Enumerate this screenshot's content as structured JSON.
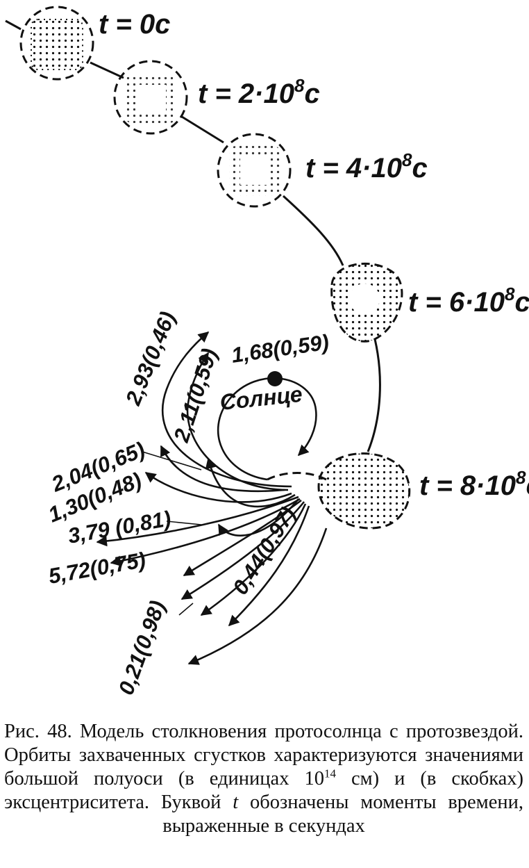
{
  "times": [
    {
      "prefix": "t = ",
      "value": "0",
      "unit": "c"
    },
    {
      "prefix": "t = ",
      "value": "2·10",
      "sup": "8",
      "unit": "c"
    },
    {
      "prefix": "t = ",
      "value": "4·10",
      "sup": "8",
      "unit": "c"
    },
    {
      "prefix": "t = ",
      "value": "6·10",
      "sup": "8",
      "unit": "c"
    },
    {
      "prefix": "t = ",
      "value": "8·10",
      "sup": "8",
      "unit": "c"
    }
  ],
  "sun_label": "Солнце",
  "orbits": [
    {
      "a": "2,93",
      "e": "0,46"
    },
    {
      "a": "2,11",
      "e": "0,59"
    },
    {
      "a": "1,68",
      "e": "0,59"
    },
    {
      "a": "2,04",
      "e": "0,65"
    },
    {
      "a": "1,30",
      "e": "0,48"
    },
    {
      "a": "3,79",
      "e": "0,81"
    },
    {
      "a": "5,72",
      "e": "0,75"
    },
    {
      "a": "0,44",
      "e": "0,97"
    },
    {
      "a": "0,21",
      "e": "0,98"
    }
  ],
  "caption": {
    "part1": "Рис. 48. Модель столкновения протосолнца с протозвездой. Орбиты захваченных сгустков характеризуются значениями большой полуоси (в единицах 10",
    "sup": "14",
    "part2": " см) и (в скобках) эксцентриситета. Буквой ",
    "t": "t",
    "part3": " обозначены моменты времени, выраженные в секундах"
  }
}
